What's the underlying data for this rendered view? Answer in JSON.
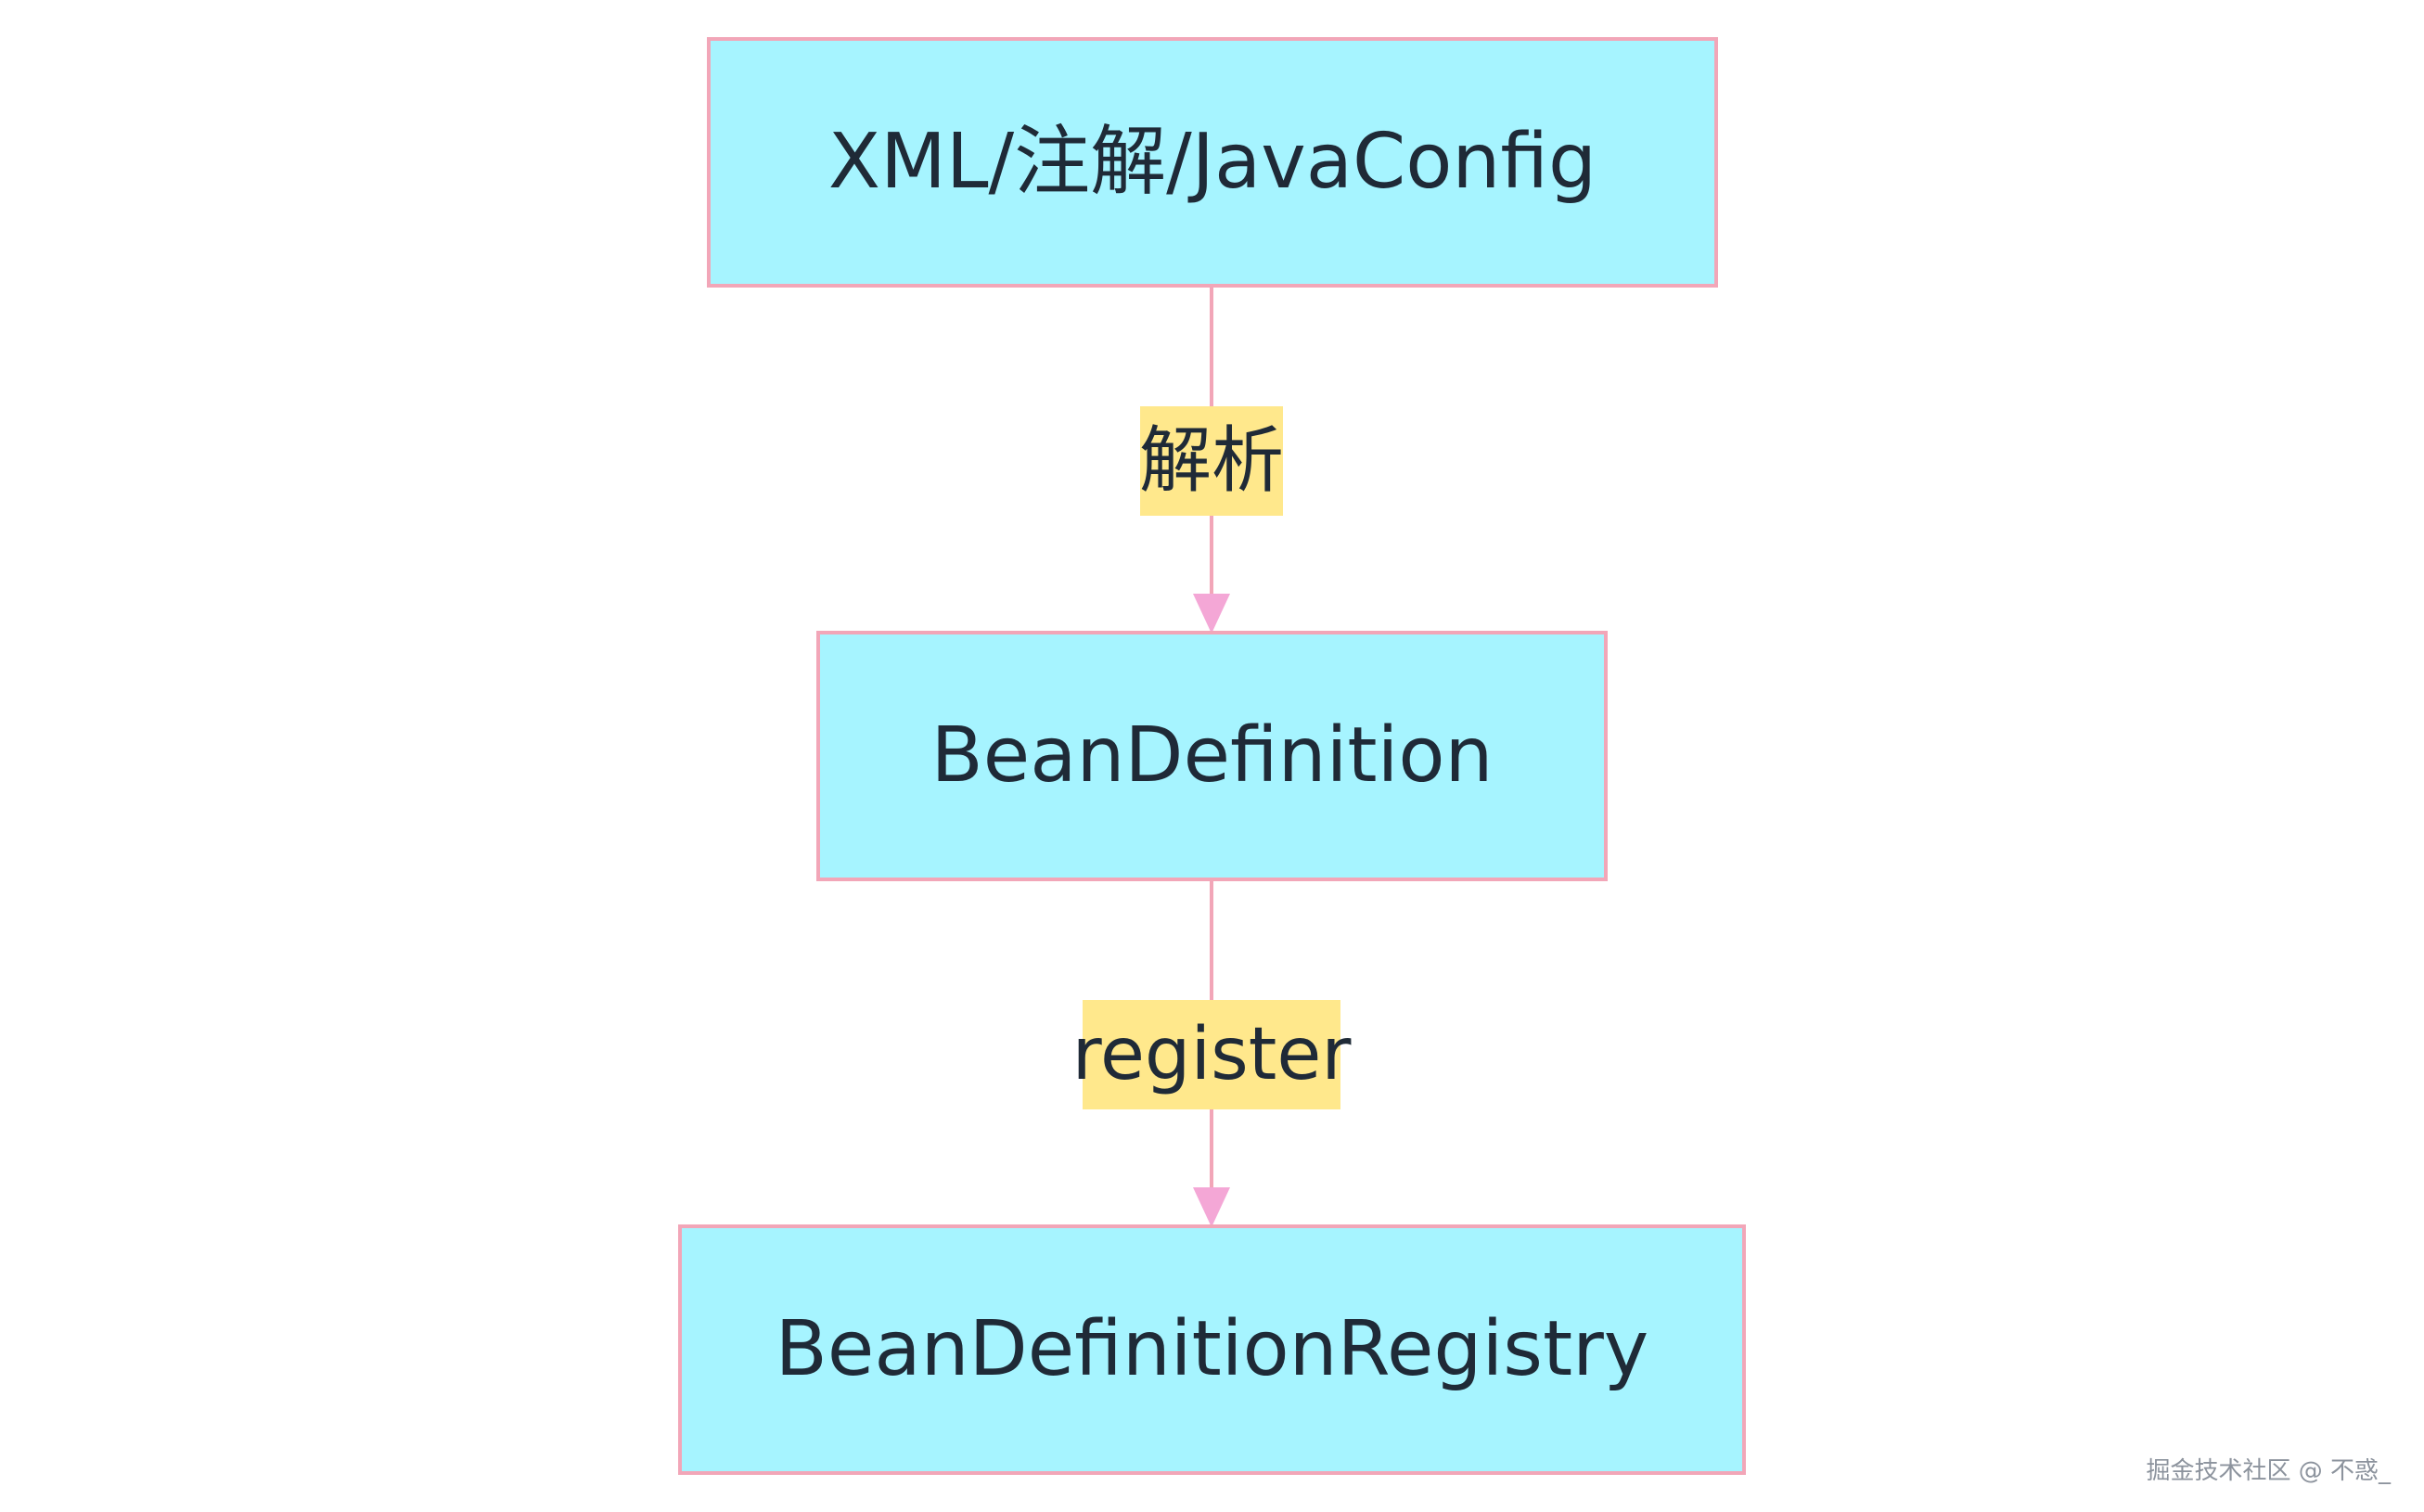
{
  "diagram": {
    "nodes": [
      {
        "id": "source",
        "label": "XML/注解/JavaConfig"
      },
      {
        "id": "bean-definition",
        "label": "BeanDefinition"
      },
      {
        "id": "registry",
        "label": "BeanDefinitionRegistry"
      }
    ],
    "edges": [
      {
        "from": "source",
        "to": "bean-definition",
        "label": "解析"
      },
      {
        "from": "bean-definition",
        "to": "registry",
        "label": "register"
      }
    ]
  },
  "colors": {
    "node_fill": "#a6f4ff",
    "node_border": "#f2a6b8",
    "edge_line": "#f2a6b8",
    "edge_arrow": "#f4a7d6",
    "edge_label_fill": "#ffe88c",
    "text": "#1f2a37"
  },
  "watermark": "掘金技术社区 @ 不惑_"
}
